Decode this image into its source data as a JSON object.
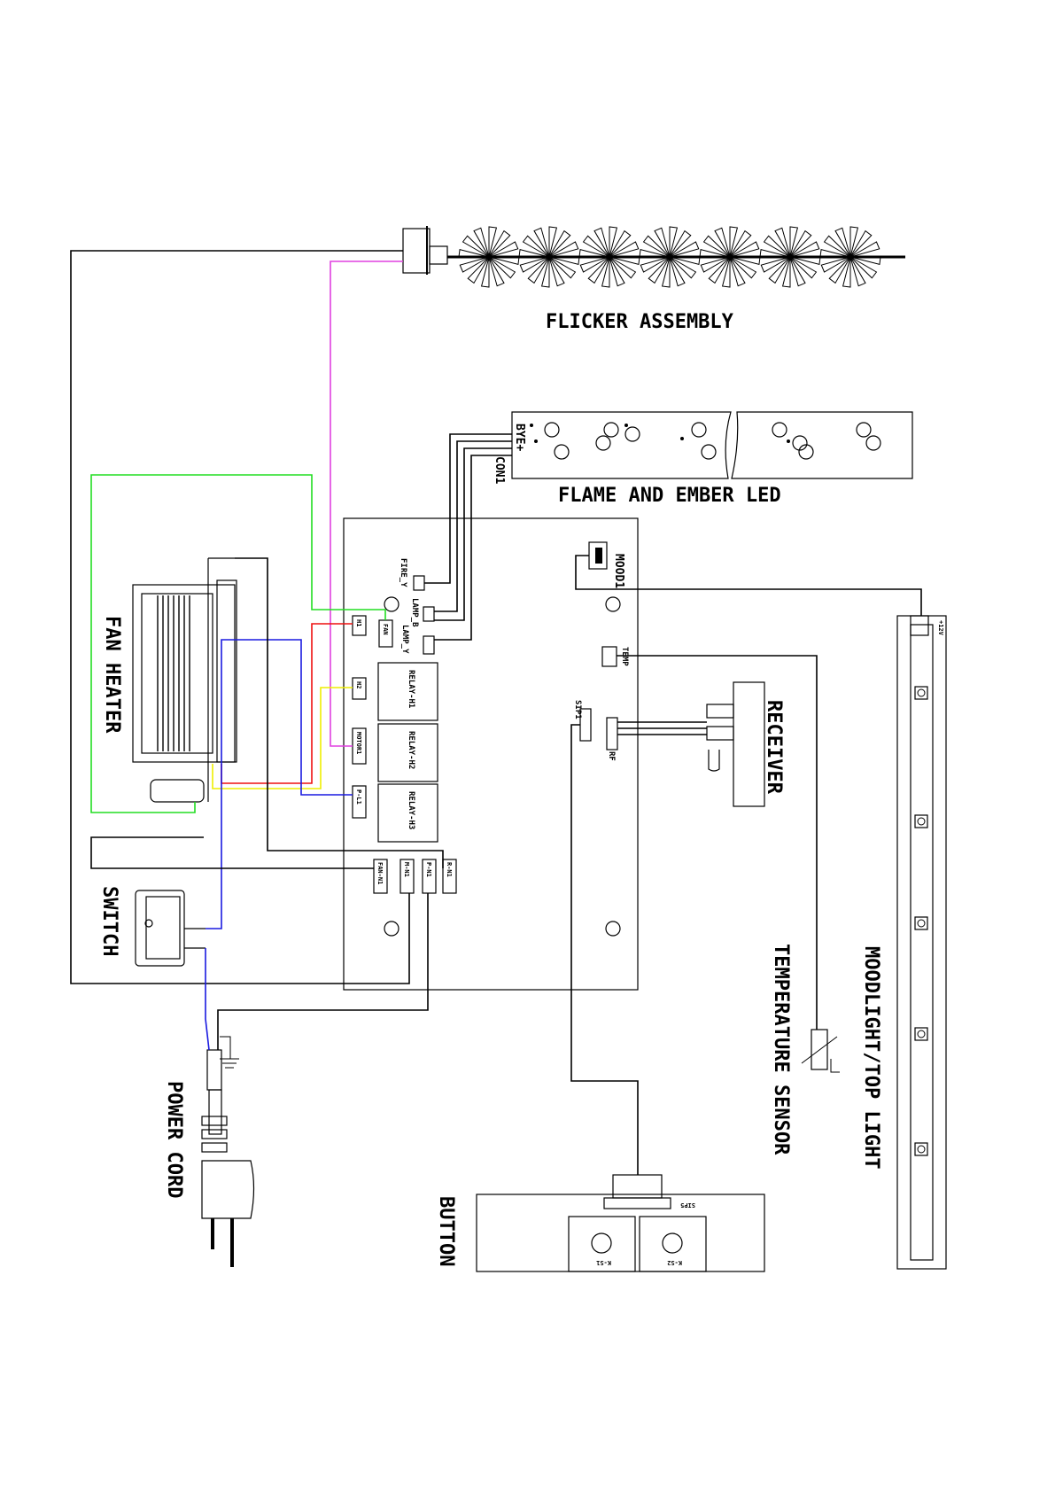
{
  "labels": {
    "flicker_assembly": "FLICKER ASSEMBLY",
    "flame_ember_led": "FLAME AND EMBER LED",
    "fan_heater": "FAN HEATER",
    "switch": "SWITCH",
    "power_cord": "POWER CORD",
    "button": "BUTTON",
    "receiver": "RECEIVER",
    "temperature_sensor": "TEMPERATURE SENSOR",
    "moodlight": "MOODLIGHT/TOP LIGHT"
  },
  "board": {
    "con1": "CON1",
    "bye": "BYE+",
    "fire_y": "FIRE_Y",
    "lamp_b": "LAMP_B",
    "lamp_y": "LAMP_Y",
    "h1": "H1",
    "fan": "FAN",
    "h2": "H2",
    "motor1": "MOTOR1",
    "p_l1": "P-L1",
    "relay_h1": "RELAY-H1",
    "relay_h2": "RELAY-H2",
    "relay_h3": "RELAY-H3",
    "fan_n1": "FAN-N1",
    "m_n1": "M-N1",
    "p_n1": "P-N1",
    "r_n1": "R-N1",
    "mood1": "MOOD1",
    "temp": "TEMP",
    "sip1": "SIP1",
    "rf": "RF",
    "sip5": "SIP5",
    "k_s1": "K-S1",
    "k_s2": "K-S2",
    "v12": "+12V"
  },
  "wire_colors": {
    "black": "#000000",
    "magenta": "#e040e0",
    "green": "#22dd22",
    "red": "#ee1111",
    "yellow": "#eeee00",
    "blue": "#1a1ae0"
  }
}
